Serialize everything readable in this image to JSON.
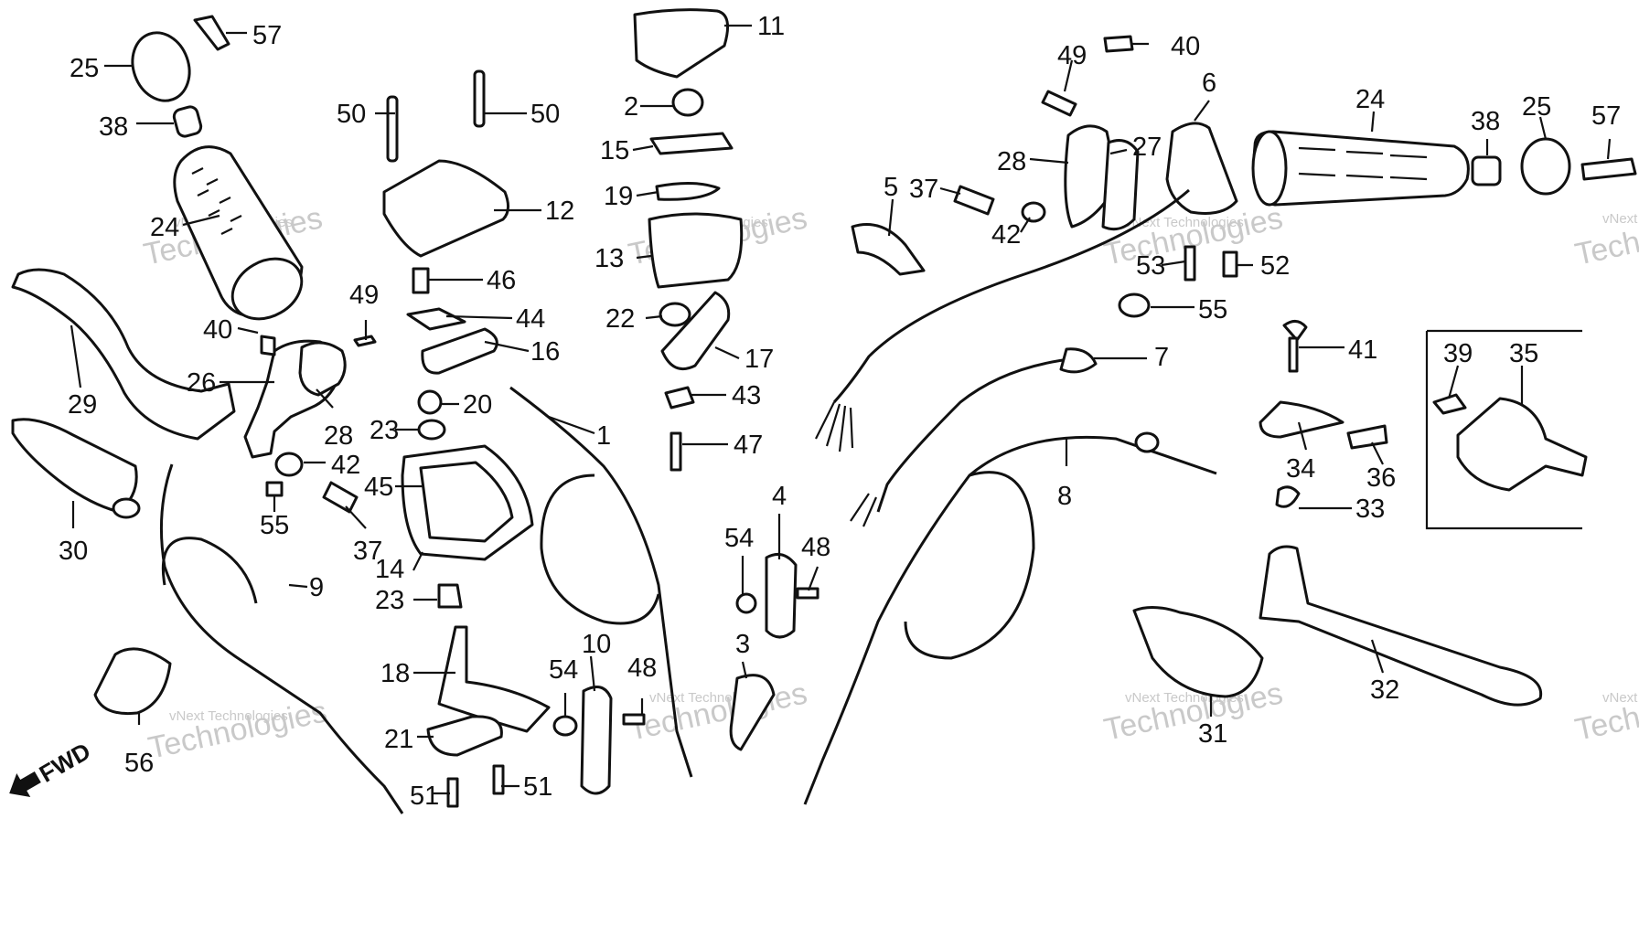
{
  "diagram": {
    "direction_label": "FWD",
    "watermark": {
      "small": "vNext Technologies",
      "large": "Technologies"
    },
    "callouts": [
      {
        "id": "57a",
        "text": "57"
      },
      {
        "id": "25a",
        "text": "25"
      },
      {
        "id": "38a",
        "text": "38"
      },
      {
        "id": "24a",
        "text": "24"
      },
      {
        "id": "40a",
        "text": "40"
      },
      {
        "id": "29",
        "text": "29"
      },
      {
        "id": "26",
        "text": "26"
      },
      {
        "id": "28a",
        "text": "28"
      },
      {
        "id": "30",
        "text": "30"
      },
      {
        "id": "49a",
        "text": "49"
      },
      {
        "id": "42a",
        "text": "42"
      },
      {
        "id": "55a",
        "text": "55"
      },
      {
        "id": "37a",
        "text": "37"
      },
      {
        "id": "9",
        "text": "9"
      },
      {
        "id": "56",
        "text": "56"
      },
      {
        "id": "50a",
        "text": "50"
      },
      {
        "id": "50b",
        "text": "50"
      },
      {
        "id": "12",
        "text": "12"
      },
      {
        "id": "46",
        "text": "46"
      },
      {
        "id": "44",
        "text": "44"
      },
      {
        "id": "16",
        "text": "16"
      },
      {
        "id": "20",
        "text": "20"
      },
      {
        "id": "23a",
        "text": "23"
      },
      {
        "id": "45",
        "text": "45"
      },
      {
        "id": "14",
        "text": "14"
      },
      {
        "id": "23b",
        "text": "23"
      },
      {
        "id": "18",
        "text": "18"
      },
      {
        "id": "21",
        "text": "21"
      },
      {
        "id": "51a",
        "text": "51"
      },
      {
        "id": "51b",
        "text": "51"
      },
      {
        "id": "11",
        "text": "11"
      },
      {
        "id": "2",
        "text": "2"
      },
      {
        "id": "15",
        "text": "15"
      },
      {
        "id": "19",
        "text": "19"
      },
      {
        "id": "13",
        "text": "13"
      },
      {
        "id": "22",
        "text": "22"
      },
      {
        "id": "17",
        "text": "17"
      },
      {
        "id": "43",
        "text": "43"
      },
      {
        "id": "47",
        "text": "47"
      },
      {
        "id": "1",
        "text": "1"
      },
      {
        "id": "10",
        "text": "10"
      },
      {
        "id": "54a",
        "text": "54"
      },
      {
        "id": "48a",
        "text": "48"
      },
      {
        "id": "4",
        "text": "4"
      },
      {
        "id": "54b",
        "text": "54"
      },
      {
        "id": "48b",
        "text": "48"
      },
      {
        "id": "3",
        "text": "3"
      },
      {
        "id": "49b",
        "text": "49"
      },
      {
        "id": "40b",
        "text": "40"
      },
      {
        "id": "6",
        "text": "6"
      },
      {
        "id": "28b",
        "text": "28"
      },
      {
        "id": "27",
        "text": "27"
      },
      {
        "id": "5",
        "text": "5"
      },
      {
        "id": "37b",
        "text": "37"
      },
      {
        "id": "42b",
        "text": "42"
      },
      {
        "id": "53",
        "text": "53"
      },
      {
        "id": "52",
        "text": "52"
      },
      {
        "id": "55b",
        "text": "55"
      },
      {
        "id": "7",
        "text": "7"
      },
      {
        "id": "8",
        "text": "8"
      },
      {
        "id": "24b",
        "text": "24"
      },
      {
        "id": "38b",
        "text": "38"
      },
      {
        "id": "25b",
        "text": "25"
      },
      {
        "id": "57b",
        "text": "57"
      },
      {
        "id": "41",
        "text": "41"
      },
      {
        "id": "39",
        "text": "39"
      },
      {
        "id": "35",
        "text": "35"
      },
      {
        "id": "34",
        "text": "34"
      },
      {
        "id": "36",
        "text": "36"
      },
      {
        "id": "33",
        "text": "33"
      },
      {
        "id": "32",
        "text": "32"
      },
      {
        "id": "31",
        "text": "31"
      }
    ]
  }
}
